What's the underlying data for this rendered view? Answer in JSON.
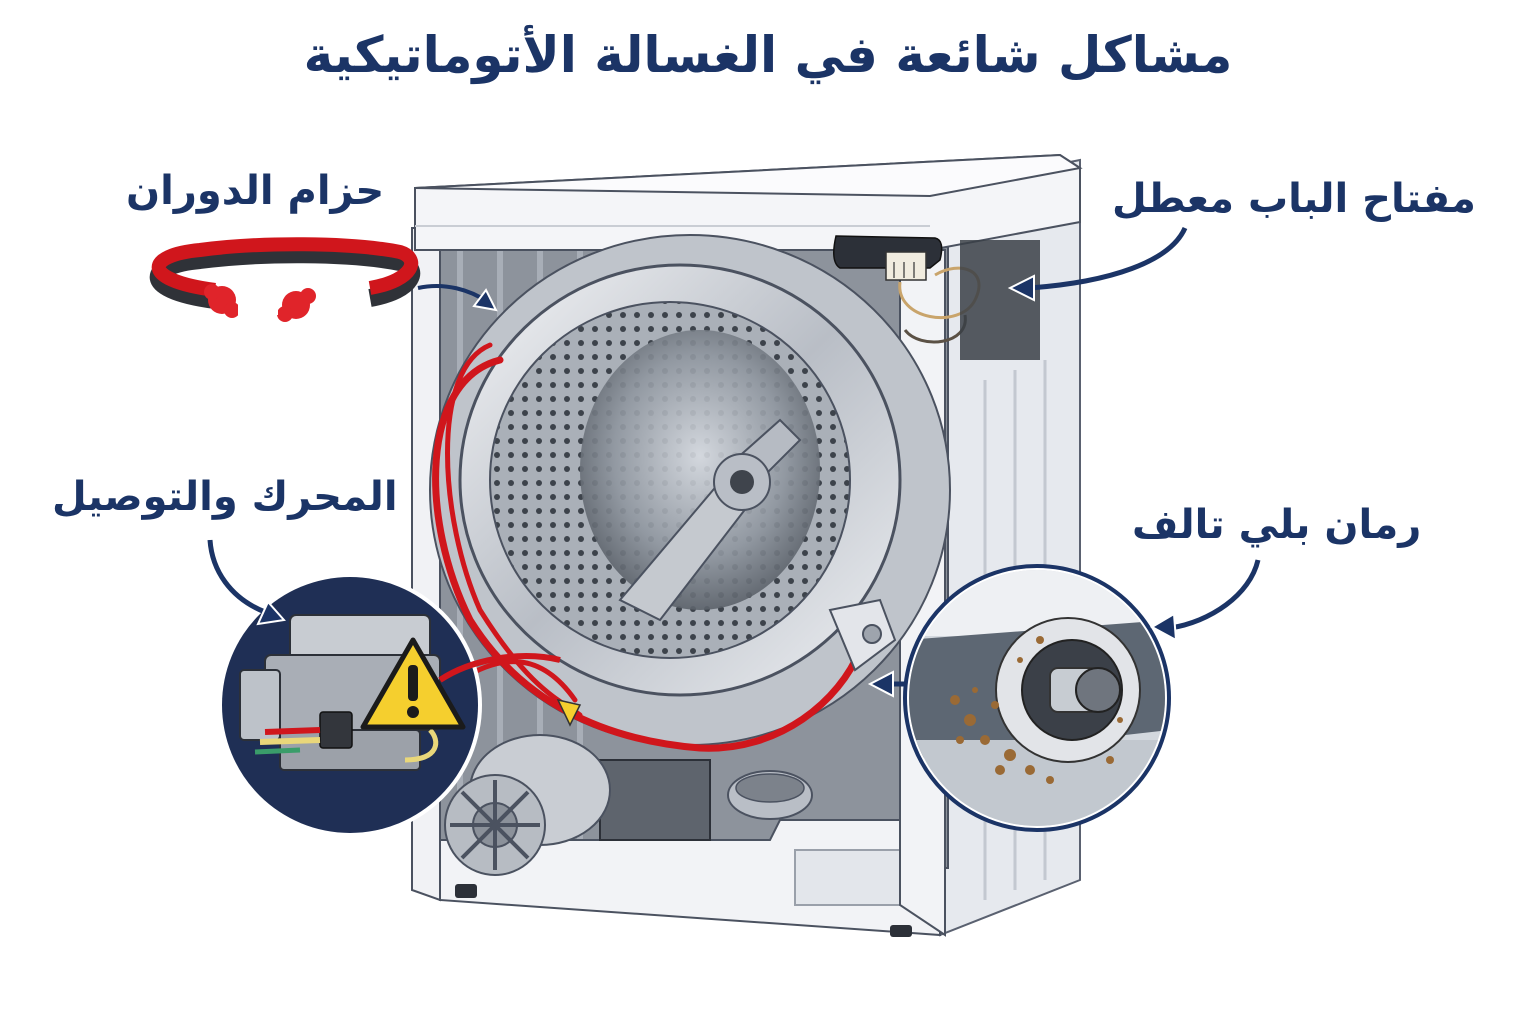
{
  "title": "مشاكل شائعة في الغسالة الأتوماتيكية",
  "labels": {
    "belt": "حزام الدوران",
    "door_lock": "مفتاح الباب معطل",
    "motor": "المحرك والتوصيل",
    "bearing": "رمان بلي تالف"
  },
  "callouts": [
    {
      "id": "belt",
      "icon": "broken-belt-icon",
      "target": "drum-belt-area"
    },
    {
      "id": "door_lock",
      "icon": "door-lock-connector-icon",
      "target": "top-right-latch"
    },
    {
      "id": "motor",
      "icon": "motor-warning-icon",
      "target": "motor-wiring"
    },
    {
      "id": "bearing",
      "icon": "rusty-bearing-icon",
      "target": "drum-bearing"
    }
  ],
  "colors": {
    "text": "#1b3466",
    "arrow": "#1b3466",
    "belt_red": "#d0161c",
    "warning_yellow": "#f5cf2e",
    "callout_bg": "#1f2f55",
    "rust": "#9a6a35"
  }
}
